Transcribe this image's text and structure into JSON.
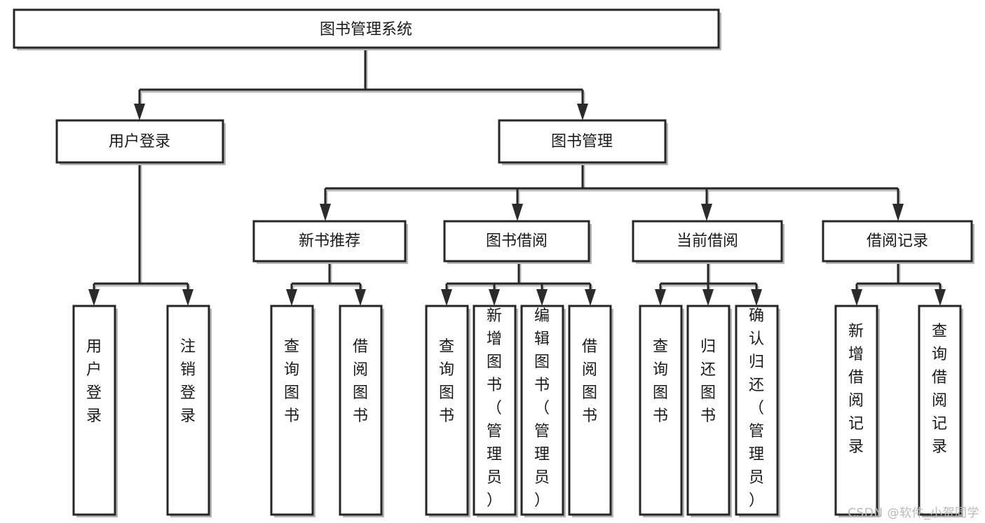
{
  "diagram": {
    "title": "图书管理系统",
    "type": "hierarchy-tree",
    "orientation": "top-down",
    "levels": 4,
    "nodes": {
      "root": {
        "label": "图书管理系统",
        "level": 0,
        "text_orientation": "horizontal"
      },
      "l1_0": {
        "label": "用户登录",
        "level": 1,
        "text_orientation": "horizontal"
      },
      "l1_1": {
        "label": "图书管理",
        "level": 1,
        "text_orientation": "horizontal"
      },
      "l2_0": {
        "label": "新书推荐",
        "level": 2,
        "text_orientation": "horizontal"
      },
      "l2_1": {
        "label": "图书借阅",
        "level": 2,
        "text_orientation": "horizontal"
      },
      "l2_2": {
        "label": "当前借阅",
        "level": 2,
        "text_orientation": "horizontal"
      },
      "l2_3": {
        "label": "借阅记录",
        "level": 2,
        "text_orientation": "horizontal"
      },
      "l3_0": {
        "label": "用户登录",
        "level": 3,
        "text_orientation": "vertical"
      },
      "l3_1": {
        "label": "注销登录",
        "level": 3,
        "text_orientation": "vertical"
      },
      "l3_2": {
        "label": "查询图书",
        "level": 3,
        "text_orientation": "vertical"
      },
      "l3_3": {
        "label": "借阅图书",
        "level": 3,
        "text_orientation": "vertical"
      },
      "l3_4": {
        "label": "查询图书",
        "level": 3,
        "text_orientation": "vertical"
      },
      "l3_5": {
        "label": "新增图书（管理员）",
        "level": 3,
        "text_orientation": "vertical"
      },
      "l3_6": {
        "label": "编辑图书（管理员）",
        "level": 3,
        "text_orientation": "vertical"
      },
      "l3_7": {
        "label": "借阅图书",
        "level": 3,
        "text_orientation": "vertical"
      },
      "l3_8": {
        "label": "查询图书",
        "level": 3,
        "text_orientation": "vertical"
      },
      "l3_9": {
        "label": "归还图书",
        "level": 3,
        "text_orientation": "vertical"
      },
      "l3_10": {
        "label": "确认归还（管理员）",
        "level": 3,
        "text_orientation": "vertical"
      },
      "l3_11": {
        "label": "新增借阅记录",
        "level": 3,
        "text_orientation": "vertical"
      },
      "l3_12": {
        "label": "查询借阅记录",
        "level": 3,
        "text_orientation": "vertical"
      }
    },
    "edges": [
      {
        "from": "root",
        "to": "l1_0"
      },
      {
        "from": "root",
        "to": "l1_1"
      },
      {
        "from": "l1_1",
        "to": "l2_0"
      },
      {
        "from": "l1_1",
        "to": "l2_1"
      },
      {
        "from": "l1_1",
        "to": "l2_2"
      },
      {
        "from": "l1_1",
        "to": "l2_3"
      },
      {
        "from": "l1_0",
        "to": "l3_0"
      },
      {
        "from": "l1_0",
        "to": "l3_1"
      },
      {
        "from": "l2_0",
        "to": "l3_2"
      },
      {
        "from": "l2_0",
        "to": "l3_3"
      },
      {
        "from": "l2_1",
        "to": "l3_4"
      },
      {
        "from": "l2_1",
        "to": "l3_5"
      },
      {
        "from": "l2_1",
        "to": "l3_6"
      },
      {
        "from": "l2_1",
        "to": "l3_7"
      },
      {
        "from": "l2_2",
        "to": "l3_8"
      },
      {
        "from": "l2_2",
        "to": "l3_9"
      },
      {
        "from": "l2_2",
        "to": "l3_10"
      },
      {
        "from": "l2_3",
        "to": "l3_11"
      },
      {
        "from": "l2_3",
        "to": "l3_12"
      }
    ]
  },
  "colors": {
    "node_fill": "#ffffff",
    "node_border": "#262626",
    "connector": "#262626",
    "shadow": "#b6b6b6",
    "text": "#1a1a1a",
    "watermark": "#b9b9b9",
    "background": "#ffffff"
  },
  "watermark": {
    "text": "CSDN @软件_小贺同学"
  }
}
